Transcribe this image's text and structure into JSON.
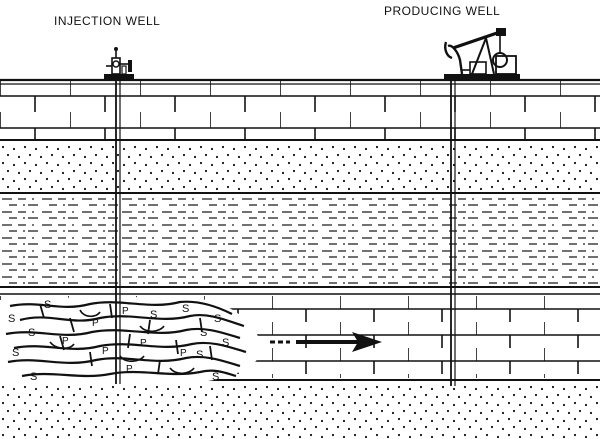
{
  "labels": {
    "injection_well": "INJECTION WELL",
    "producing_well": "PRODUCING WELL"
  },
  "fracture_marks": {
    "s": "S",
    "p": "P"
  },
  "colors": {
    "ink": "#111111",
    "paper": "#ffffff"
  }
}
